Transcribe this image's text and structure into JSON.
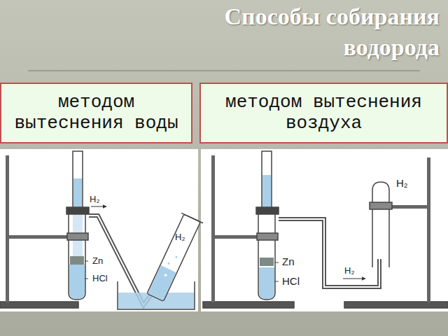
{
  "diagram": {
    "title": "Способы собирания водорода",
    "nodes": [
      {
        "text": [
          "методом вытеснения воды"
        ]
      },
      {
        "text": [
          "методом вытеснения воздуха"
        ]
      }
    ],
    "labels": [
      "H₂",
      "Zn",
      "HCl",
      "H₂",
      "Zn",
      "HCl",
      "H₂",
      "H₂"
    ]
  }
}
